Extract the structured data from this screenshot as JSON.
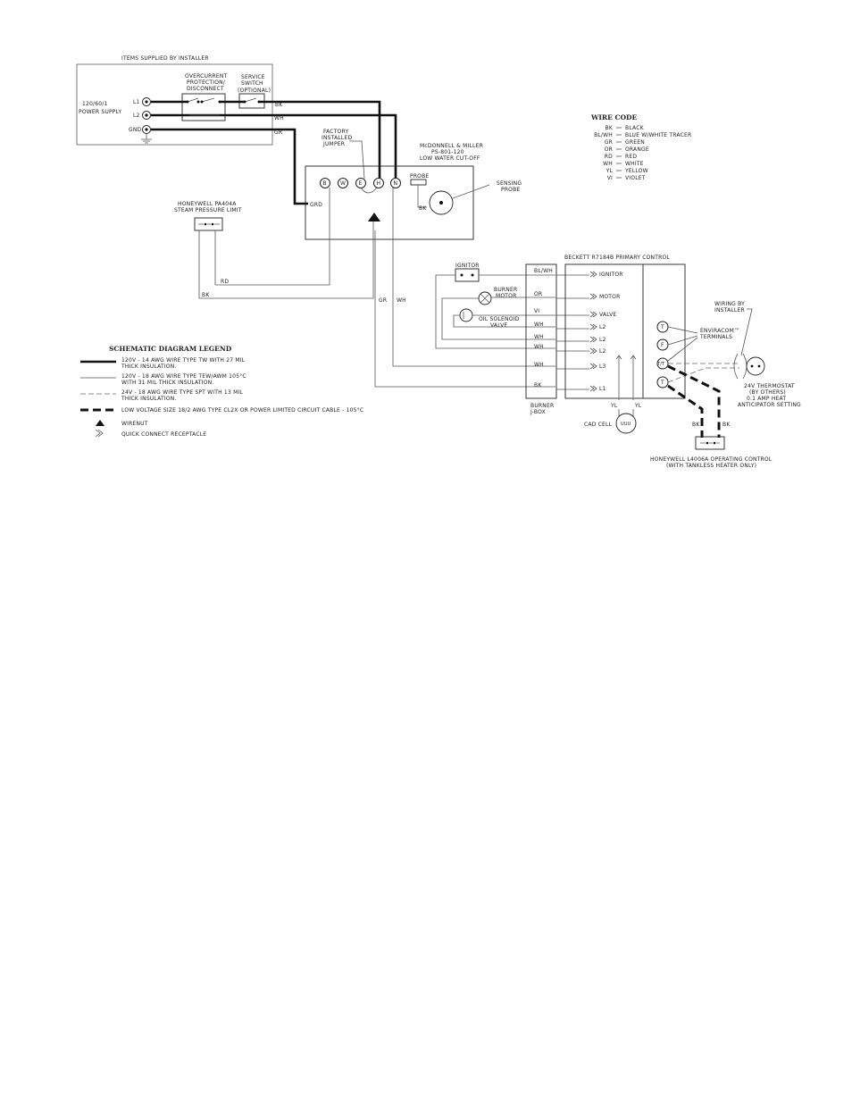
{
  "installer_box": {
    "title": "ITEMS SUPPLIED BY INSTALLER",
    "power_supply": [
      "120/60/1",
      "POWER SUPPLY"
    ],
    "overcurrent": [
      "OVERCURRENT",
      "PROTECTION/",
      "DISCONNECT"
    ],
    "service_switch": [
      "SERVICE",
      "SWITCH",
      "(OPTIONAL)"
    ],
    "terminals": [
      "L1",
      "L2",
      "GND"
    ],
    "wire_tags": [
      "BK",
      "WH",
      "GR"
    ]
  },
  "jumper_label": [
    "FACTORY",
    "INSTALLED",
    "JUMPER"
  ],
  "lwco": {
    "title": [
      "McDONNELL & MILLER",
      "PS-801-120",
      "LOW WATER CUT-OFF"
    ],
    "terminals": [
      "B",
      "W",
      "E",
      "H",
      "N"
    ],
    "grd": "GRD",
    "probe": "PROBE",
    "bk": "BK",
    "sensing": [
      "SENSING",
      "PROBE"
    ]
  },
  "pressure_limit": {
    "title": [
      "HONEYWELL PA404A",
      "STEAM PRESSURE LIMIT"
    ],
    "rd": "RD",
    "bk": "BK"
  },
  "mid_wire_tags": [
    "GR",
    "WH"
  ],
  "wire_code": {
    "title": "WIRE CODE",
    "rows": [
      {
        "code": "BK",
        "name": "BLACK"
      },
      {
        "code": "BL/WH",
        "name": "BLUE W/WHITE TRACER"
      },
      {
        "code": "GR",
        "name": "GREEN"
      },
      {
        "code": "OR",
        "name": "ORANGE"
      },
      {
        "code": "RD",
        "name": "RED"
      },
      {
        "code": "WH",
        "name": "WHITE"
      },
      {
        "code": "YL",
        "name": "YELLOW"
      },
      {
        "code": "VI",
        "name": "VIOLET"
      }
    ]
  },
  "burner": {
    "ignitor": "IGNITOR",
    "motor": [
      "BURNER",
      "MOTOR"
    ],
    "valve": [
      "OIL SOLENOID",
      "VALVE"
    ],
    "jbox_wires": [
      "BL/WH",
      "OR",
      "VI",
      "WH",
      "WH",
      "WH",
      "WH",
      "BK"
    ],
    "jbox_label": [
      "BURNER",
      "J-BOX"
    ]
  },
  "primary_control": {
    "title": "BECKETT R7184B PRIMARY CONTROL",
    "connections": [
      "IGNITOR",
      "MOTOR",
      "VALVE",
      "L2",
      "L2",
      "L2",
      "L3",
      "L1"
    ],
    "terminals": [
      "T",
      "F",
      "T/T",
      "T"
    ],
    "cad_cell": "CAD CELL",
    "yl": [
      "YL",
      "YL"
    ]
  },
  "enviracom": [
    "ENVIRACOM™",
    "TERMINALS"
  ],
  "wiring_installer": [
    "WIRING BY",
    "INSTALLER"
  ],
  "thermostat": [
    "24V THERMOSTAT",
    "(BY OTHERS)",
    "0.1 AMP HEAT",
    "ANTICIPATOR SETTING"
  ],
  "l4006": {
    "title": [
      "HONEYWELL L4006A OPERATING CONTROL",
      "(WITH TANKLESS HEATER ONLY)"
    ],
    "bk": [
      "BK",
      "BK"
    ]
  },
  "legend": {
    "title": "SCHEMATIC DIAGRAM LEGEND",
    "rows": [
      [
        "120V - 14 AWG WIRE TYPE TW WITH 27 MIL",
        "THICK INSULATION."
      ],
      [
        "120V - 18 AWG WIRE TYPE TEW/AWM 105°C",
        "WITH 31 MIL THICK INSULATION."
      ],
      [
        "24V - 18 AWG WIRE TYPE SPT WITH 13 MIL",
        "THICK INSULATION."
      ],
      [
        "LOW VOLTAGE SIZE 18/2 AWG TYPE CL2X OR POWER LIMITED CIRCUIT CABLE - 105°C"
      ],
      [
        "WIRENUT"
      ],
      [
        "QUICK CONNECT RECEPTACLE"
      ]
    ]
  }
}
